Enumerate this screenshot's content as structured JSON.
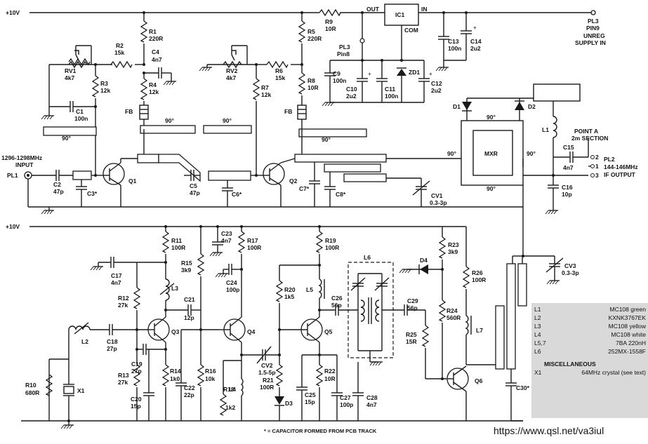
{
  "rails": {
    "top": "+10V",
    "mid": "+10V"
  },
  "input": {
    "freq": "1296-1298MHz",
    "word": "INPUT",
    "connector": "PL1"
  },
  "supply": {
    "pl3_top": "PL3",
    "pin9": "PIN9",
    "unreg": "UNREG",
    "supply_in": "SUPPLY IN",
    "pl3_mid": "PL3",
    "pin8": "Pin8"
  },
  "regulator": {
    "name": "IC1",
    "out": "OUT",
    "in": "IN",
    "com": "COM"
  },
  "if_output": {
    "point_a": "POINT A",
    "section": "2m SECTION",
    "pl2": "PL2",
    "freq": "144-146MHz",
    "out": "IF OUTPUT",
    "pin2": "2",
    "pin1": "1",
    "pin3": "3"
  },
  "mixer": {
    "name": "MXR",
    "deg": "90°"
  },
  "components": {
    "R1": [
      "R1",
      "220R"
    ],
    "R2": [
      "R2",
      "15k"
    ],
    "R3": [
      "R3",
      "12k"
    ],
    "R4": [
      "R4",
      "12k"
    ],
    "R5": [
      "R5",
      "220R"
    ],
    "R6": [
      "R6",
      "15k"
    ],
    "R7": [
      "R7",
      "12k"
    ],
    "R8": [
      "R8",
      "10R"
    ],
    "R9": [
      "R9",
      "10R"
    ],
    "R10": [
      "R10",
      "680R"
    ],
    "R11": [
      "R11",
      "100R"
    ],
    "R12": [
      "R12",
      "27k"
    ],
    "R13": [
      "R13",
      "27k"
    ],
    "R14": [
      "R14",
      "1k0"
    ],
    "R15": [
      "R15",
      "3k9"
    ],
    "R16": [
      "R16",
      "10k"
    ],
    "R17": [
      "R17",
      "100R"
    ],
    "R18": [
      "R18",
      "1k2"
    ],
    "R19": [
      "R19",
      "100R"
    ],
    "R20": [
      "R20",
      "1k5"
    ],
    "R21": [
      "R21",
      "100R"
    ],
    "R22": [
      "R22",
      "10R"
    ],
    "R23": [
      "R23",
      "3k9"
    ],
    "R24": [
      "R24",
      "560R"
    ],
    "R25": [
      "R25",
      "15R"
    ],
    "R26": [
      "R26",
      "100R"
    ],
    "RV1": [
      "RV1",
      "4k7"
    ],
    "RV2": [
      "RV2",
      "4k7"
    ],
    "C1": [
      "C1",
      "100n"
    ],
    "C2": [
      "C2",
      "47p"
    ],
    "C3": [
      "C3*",
      ""
    ],
    "C4": [
      "C4",
      "4n7"
    ],
    "C5": [
      "C5",
      "47p"
    ],
    "C6": [
      "C6*",
      ""
    ],
    "C7": [
      "C7*",
      ""
    ],
    "C8": [
      "C8*",
      ""
    ],
    "C9": [
      "C9",
      "100n"
    ],
    "C10": [
      "C10",
      "2u2"
    ],
    "C11": [
      "C11",
      "100n"
    ],
    "C12": [
      "C12",
      "2u2"
    ],
    "C13": [
      "C13",
      "100n"
    ],
    "C14": [
      "C14",
      "2u2"
    ],
    "C15": [
      "C15",
      "4n7"
    ],
    "C16": [
      "C16",
      "10p"
    ],
    "C17": [
      "C17",
      "4n7"
    ],
    "C18": [
      "C18",
      "27p"
    ],
    "C19": [
      "C19",
      "27p"
    ],
    "C20": [
      "C20",
      "15p"
    ],
    "C21": [
      "C21",
      "12p"
    ],
    "C22": [
      "C22",
      "22p"
    ],
    "C23": [
      "C23",
      "4n7"
    ],
    "C24": [
      "C24",
      "100p"
    ],
    "C25": [
      "C25",
      "15p"
    ],
    "C26": [
      "C26",
      "56p"
    ],
    "C27": [
      "C27",
      "100p"
    ],
    "C28": [
      "C28",
      "4n7"
    ],
    "C29": [
      "C29",
      "56p"
    ],
    "C30": [
      "C30*",
      ""
    ],
    "CV1": [
      "CV1",
      "0.3-3p"
    ],
    "CV2": [
      "CV2",
      "1.5-5p"
    ],
    "CV3": [
      "CV3",
      "0.3-3p"
    ],
    "Q1": [
      "Q1"
    ],
    "Q2": [
      "Q2"
    ],
    "Q3": [
      "Q3"
    ],
    "Q4": [
      "Q4"
    ],
    "Q5": [
      "Q5"
    ],
    "Q6": [
      "Q6"
    ],
    "D1": [
      "D1"
    ],
    "D2": [
      "D2"
    ],
    "D3": [
      "D3"
    ],
    "D4": [
      "D4"
    ],
    "ZD1": [
      "ZD1"
    ],
    "L1": [
      "L1"
    ],
    "L2": [
      "L2"
    ],
    "L3": [
      "L3"
    ],
    "L4": [
      "L4"
    ],
    "L5": [
      "L5"
    ],
    "L6": [
      "L6"
    ],
    "L7": [
      "L7"
    ],
    "X1": [
      "X1"
    ],
    "FB": [
      "FB"
    ]
  },
  "deg90": "90°",
  "legend": {
    "rows": [
      {
        "k": "L1",
        "v": "MC108 green"
      },
      {
        "k": "L2",
        "v": "KXNK3767EK"
      },
      {
        "k": "L3",
        "v": "MC108 yellow"
      },
      {
        "k": "L4",
        "v": "MC108 white"
      },
      {
        "k": "L5,7",
        "v": "7BA  220nH"
      },
      {
        "k": "L6",
        "v": "252MX-1558F"
      }
    ],
    "misc_title": "MISCELLANEOUS",
    "misc": {
      "k": "X1",
      "v": "64MHz crystal (see text)"
    }
  },
  "footnote": "* = CAPACITOR FORMED FROM PCB TRACK",
  "credit": "https://www.qsl.net/va3iul"
}
